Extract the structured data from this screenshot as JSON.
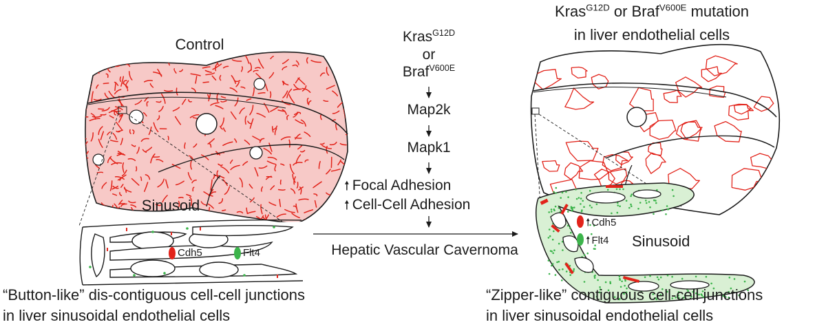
{
  "left": {
    "title": "Control",
    "sinusoid_label": "Sinusoid",
    "legend": [
      {
        "label": "Cdh5",
        "color": "#e2231a"
      },
      {
        "label": "Flt4",
        "color": "#3cb44b"
      }
    ],
    "caption_line1": "“Button-like” dis-contiguous cell-cell junctions",
    "caption_line2": "in liver sinusoidal endothelial cells"
  },
  "pathway": {
    "kras_base": "Kras",
    "kras_sup": "G12D",
    "or_text": "or",
    "braf_base": "Braf",
    "braf_sup": "V600E",
    "step1": "Map2k",
    "step2": "Mapk1",
    "focal": "Focal Adhesion",
    "cellcell": "Cell-Cell Adhesion",
    "outcome": "Hepatic Vascular Cavernoma"
  },
  "right": {
    "title_kras": "Kras",
    "title_kras_sup": "G12D",
    "title_or": " or ",
    "title_braf": "Braf",
    "title_braf_sup": "V600E",
    "title_rest": " mutation",
    "title_line2": "in liver endothelial cells",
    "sinusoid_label": "Sinusoid",
    "legend": [
      {
        "label": "Cdh5",
        "color": "#e2231a"
      },
      {
        "label": "Flt4",
        "color": "#3cb44b"
      }
    ],
    "caption_line1": "“Zipper-like” contiguous cell-cell junctions",
    "caption_line2": "in liver sinusoidal endothelial cells"
  },
  "colors": {
    "vessel_red": "#e2231a",
    "liver_fill": "#f7c9c7",
    "flt4_green": "#3cb44b",
    "sinusoid_fill_right": "#d9f0d4"
  },
  "icons": [
    "arrow-down-icon",
    "arrow-up-icon",
    "arrow-right-icon"
  ]
}
